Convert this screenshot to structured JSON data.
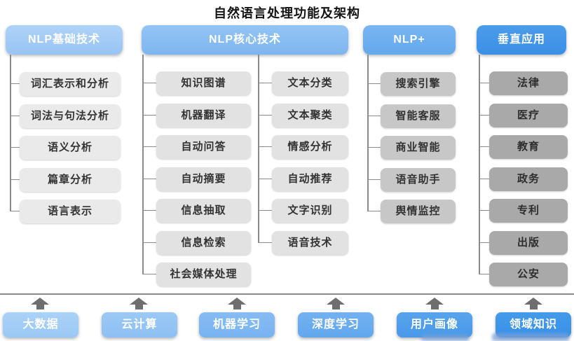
{
  "title": "自然语言处理功能及架构",
  "columns": [
    {
      "header": "NLP基础技术",
      "accent": "#9ec9f5",
      "item_bg": "#eaeaea",
      "items": [
        "词汇表示和分析",
        "词法与句法分析",
        "语义分析",
        "篇章分析",
        "语言表示"
      ]
    },
    {
      "header": "NLP核心技术",
      "accent": "#86bdf2",
      "item_bg": "#e2e2e2",
      "items_left": [
        "知识图谱",
        "机器翻译",
        "自动问答",
        "自动摘要",
        "信息抽取",
        "信息检索",
        "社会媒体处理"
      ],
      "items_right": [
        "文本分类",
        "文本聚类",
        "情感分析",
        "自动推荐",
        "文字识别",
        "语音技术"
      ]
    },
    {
      "header": "NLP+",
      "accent": "#6cafee",
      "item_bg": "#c7c7c7",
      "items": [
        "搜索引擎",
        "智能客服",
        "商业智能",
        "语音助手",
        "舆情监控"
      ]
    },
    {
      "header": "垂直应用",
      "accent": "#3e92e8",
      "item_bg": "#a9a9a9",
      "items": [
        "法律",
        "医疗",
        "教育",
        "政务",
        "专利",
        "出版",
        "公安"
      ]
    }
  ],
  "foundation": {
    "items": [
      {
        "label": "大数据",
        "color": "#a2cdf6"
      },
      {
        "label": "云计算",
        "color": "#93c4f4"
      },
      {
        "label": "机器学习",
        "color": "#7db9f1"
      },
      {
        "label": "深度学习",
        "color": "#68adef"
      },
      {
        "label": "用户画像",
        "color": "#4f9fec"
      },
      {
        "label": "领域知识",
        "color": "#3e97ea"
      }
    ],
    "arrow_color": "#6e6e6e"
  },
  "lines": {
    "connector_color": "#8b8b8b",
    "separator_color": "#8a8a8a"
  }
}
